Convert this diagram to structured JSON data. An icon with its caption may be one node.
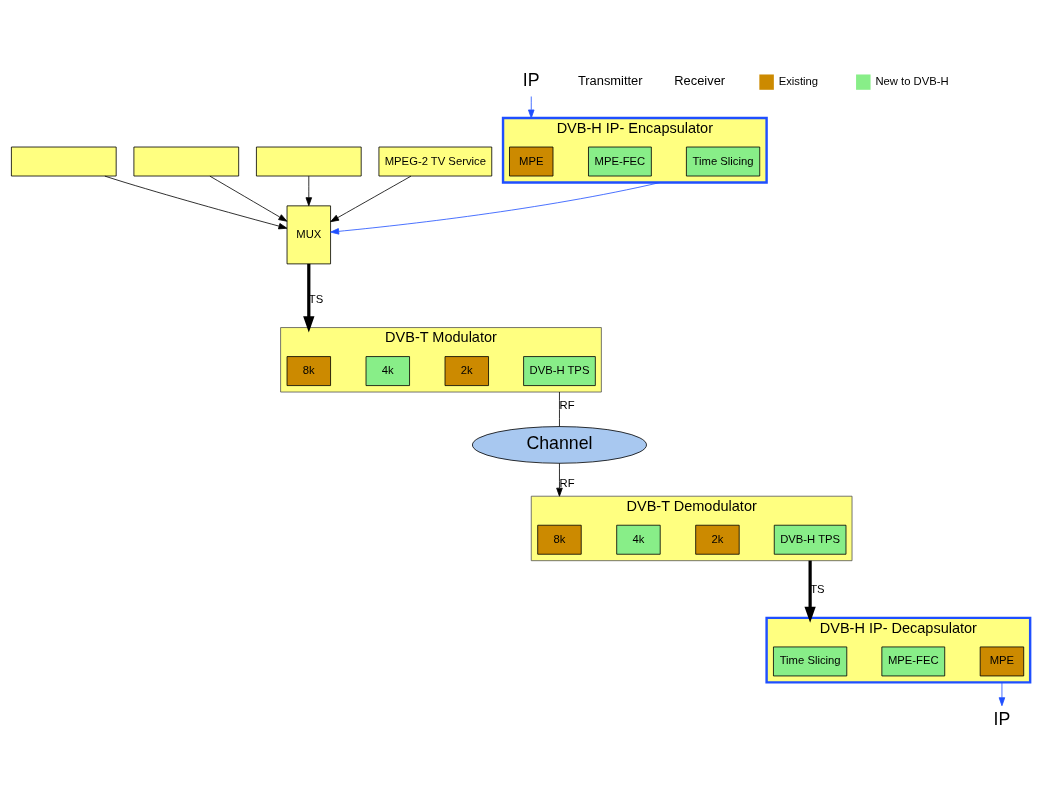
{
  "diagram": {
    "nodes": [
      {
        "text": [],
        "shape": "box"
      },
      {
        "text": [],
        "shape": "box"
      },
      {
        "text": [],
        "shape": "box"
      },
      {
        "text": [
          "MPEG-2 TV Service"
        ]
      },
      {
        "text": [
          "MUX"
        ]
      },
      {
        "text": [
          "DVB-T Modulator"
        ]
      },
      {
        "text": [
          "8k"
        ],
        "in": 5
      },
      {
        "text": [
          "4k"
        ],
        "in": 5
      },
      {
        "text": [
          "2k"
        ],
        "in": 5
      },
      {
        "text": [
          "DVB-H TPS"
        ],
        "in": 5
      },
      {
        "text": [
          "DVB-H IP- Encapsulator"
        ]
      },
      {
        "text": [
          "MPE"
        ],
        "in": 10
      },
      {
        "text": [
          "MPE-FEC"
        ],
        "in": 10
      },
      {
        "text": [
          "Time Slicing"
        ],
        "in": 10
      },
      {
        "text": [
          "IP"
        ]
      },
      {
        "text": [
          "Channel"
        ]
      },
      {
        "text": [
          "DVB-T Demodulator"
        ]
      },
      {
        "text": [
          "8k"
        ],
        "in": 16
      },
      {
        "text": [
          "4k"
        ],
        "in": 16
      },
      {
        "text": [
          "2k"
        ],
        "in": 16
      },
      {
        "text": [
          "DVB-H TPS"
        ],
        "in": 16
      },
      {
        "text": [
          "DVB-H IP- Decapsulator"
        ]
      },
      {
        "text": [
          "Time Slicing"
        ],
        "in": 21
      },
      {
        "text": [
          "MPE-FEC"
        ],
        "in": 21
      },
      {
        "text": [
          "MPE"
        ],
        "in": 21
      },
      {
        "text": [
          "IP"
        ]
      }
    ],
    "edges": [
      {
        "from": 0,
        "to": 4,
        "arrow": "to"
      },
      {
        "from": 1,
        "to": 4,
        "arrow": "to"
      },
      {
        "from": 2,
        "to": 4,
        "arrow": "to"
      },
      {
        "from": 3,
        "to": 4,
        "arrow": "to"
      },
      {
        "from": 14,
        "to": 10,
        "arrow": "to",
        "color": "#1f4fff"
      },
      {
        "from": 10,
        "to": 4,
        "arrow": "to",
        "color": "#1f4fff"
      },
      {
        "from": 4,
        "to": 5,
        "arrow": "to",
        "label": "TS",
        "style": "thick"
      },
      {
        "from": 5,
        "to": 15,
        "arrow": "none",
        "label": "RF"
      },
      {
        "from": 15,
        "to": 16,
        "arrow": "to",
        "label": "RF"
      },
      {
        "from": 16,
        "to": 21,
        "arrow": "to",
        "label": "TS",
        "style": "thick"
      },
      {
        "from": 21,
        "to": 25,
        "arrow": "to",
        "color": "#1f4fff"
      }
    ],
    "labels": [
      "Transmitter",
      "Receiver"
    ],
    "legend": [
      {
        "text": "Existing",
        "color": "#cc8a00"
      },
      {
        "text": "New to DVB-H",
        "color": "#88ee88"
      }
    ]
  }
}
